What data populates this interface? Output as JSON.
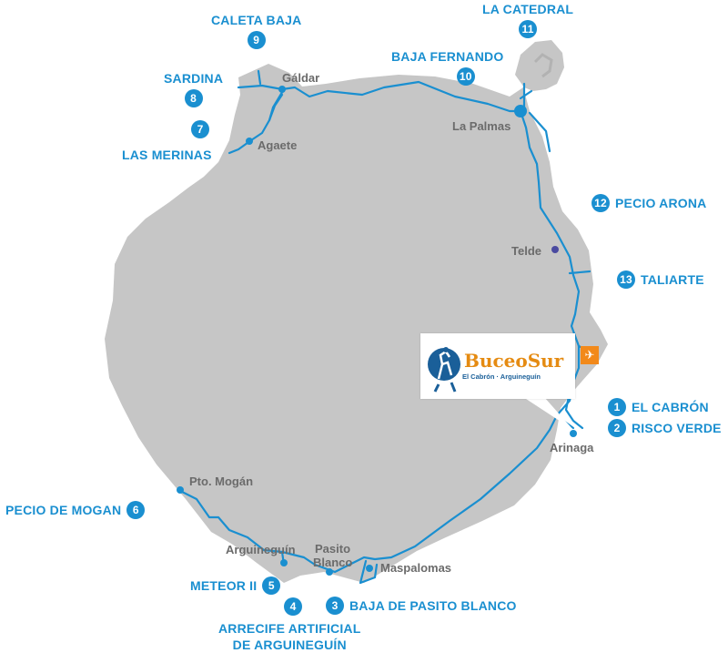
{
  "dive_sites": [
    {
      "num": "9",
      "name": "CALETA BAJA"
    },
    {
      "num": "11",
      "name": "LA CATEDRAL"
    },
    {
      "num": "10",
      "name": "BAJA FERNANDO"
    },
    {
      "num": "8",
      "name": "SARDINA"
    },
    {
      "num": "7",
      "name": "LAS MERINAS"
    },
    {
      "num": "12",
      "name": "PECIO ARONA"
    },
    {
      "num": "13",
      "name": "TALIARTE"
    },
    {
      "num": "1",
      "name": "EL CABRÓN"
    },
    {
      "num": "2",
      "name": "RISCO VERDE"
    },
    {
      "num": "6",
      "name": "PECIO DE MOGAN"
    },
    {
      "num": "5",
      "name": "METEOR II"
    },
    {
      "num": "3",
      "name": "BAJA DE PASITO BLANCO"
    },
    {
      "num": "4",
      "name_line1": "ARRECIFE ARTIFICIAL",
      "name_line2": "DE ARGUINEGUÍN"
    }
  ],
  "towns": {
    "galdar": "Gáldar",
    "agaete": "Agaete",
    "las_palmas": "La Palmas",
    "telde": "Telde",
    "arinaga": "Arinaga",
    "mogan": "Pto. Mogán",
    "arguineguin": "Arguineguín",
    "pasito_blanco_1": "Pasito",
    "pasito_blanco_2": "Blanco",
    "maspalomas": "Maspalomas"
  },
  "logo": {
    "brand": "BuceoSur",
    "tagline": "El Cabrón · Arguineguín"
  },
  "airport_icon": "airplane-icon",
  "colors": {
    "island": "#c6c6c6",
    "road": "#1a8fd0",
    "site_label": "#1a8fd0",
    "town_label": "#6b6b6b",
    "airport": "#f2891a",
    "logo_orange": "#e58b12",
    "logo_blue": "#1a5f99"
  }
}
